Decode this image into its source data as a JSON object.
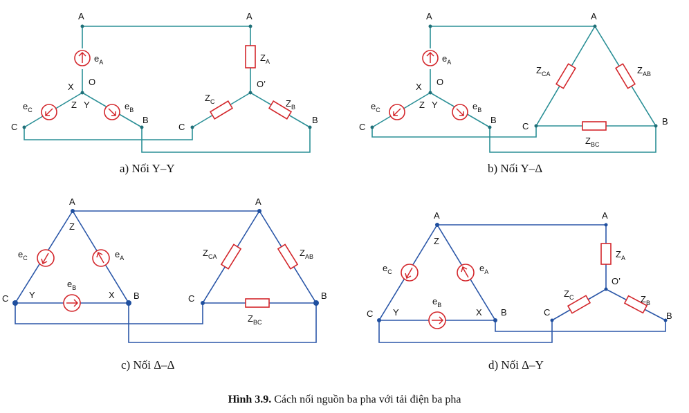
{
  "panels": {
    "a": {
      "caption": "a) Nối Y–Y",
      "node_A": "A",
      "node_A2": "A",
      "node_X": "X",
      "node_O": "O",
      "node_O2": "O’",
      "node_Z": "Z",
      "node_Y": "Y",
      "node_C": "C",
      "node_C2": "C",
      "node_B": "B",
      "node_B2": "B",
      "eA": "e",
      "eA_sub": "A",
      "eB": "e",
      "eB_sub": "B",
      "eC": "e",
      "eC_sub": "C",
      "zA": "Z",
      "zA_sub": "A",
      "zB": "Z",
      "zB_sub": "B",
      "zC": "Z",
      "zC_sub": "C"
    },
    "b": {
      "caption": "b) Nối Y–Δ",
      "node_A": "A",
      "node_A2": "A",
      "node_X": "X",
      "node_O": "O",
      "node_Z": "Z",
      "node_Y": "Y",
      "node_C": "C",
      "node_C2": "C",
      "node_B": "B",
      "node_B2": "B",
      "eA": "e",
      "eA_sub": "A",
      "eB": "e",
      "eB_sub": "B",
      "eC": "e",
      "eC_sub": "C",
      "zAB": "Z",
      "zAB_sub": "AB",
      "zCA": "Z",
      "zCA_sub": "CA",
      "zBC": "Z",
      "zBC_sub": "BC"
    },
    "c": {
      "caption": "c)  Nối Δ–Δ",
      "node_A": "A",
      "node_A2": "A",
      "node_Z": "Z",
      "node_C": "C",
      "node_Y": "Y",
      "node_X": "X",
      "node_B": "B",
      "node_C2": "C",
      "node_B2": "B",
      "eA": "e",
      "eA_sub": "A",
      "eB": "e",
      "eB_sub": "B",
      "eC": "e",
      "eC_sub": "C",
      "zAB": "Z",
      "zAB_sub": "AB",
      "zCA": "Z",
      "zCA_sub": "CA",
      "zBC": "Z",
      "zBC_sub": "BC"
    },
    "d": {
      "caption": "d) Nối Δ–Y",
      "node_A": "A",
      "node_A2": "A",
      "node_Z": "Z",
      "node_C": "C",
      "node_Y": "Y",
      "node_X": "X",
      "node_B": "B",
      "node_C2": "C",
      "node_B2": "B",
      "node_O2": "O’",
      "eA": "e",
      "eA_sub": "A",
      "eB": "e",
      "eB_sub": "B",
      "eC": "e",
      "eC_sub": "C",
      "zA": "Z",
      "zA_sub": "A",
      "zB": "Z",
      "zB_sub": "B",
      "zC": "Z",
      "zC_sub": "C"
    }
  },
  "figure": {
    "label": "Hình 3.9.",
    "title": " Cách nối nguồn ba pha với tải điện ba pha"
  },
  "colors": {
    "wire_teal": "#2a8f96",
    "wire_blue": "#2b57a8",
    "element_red": "#d3262b"
  }
}
